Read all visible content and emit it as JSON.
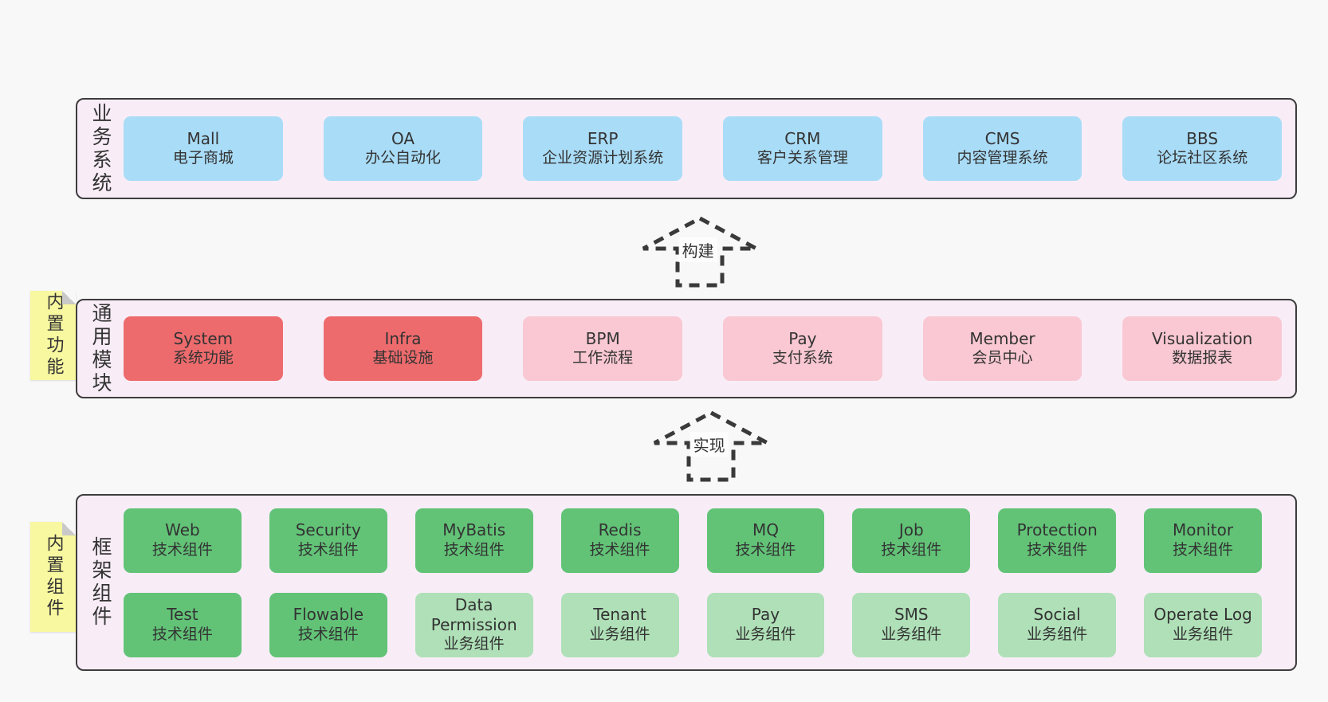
{
  "colors": {
    "canvas": "#f8f8f8",
    "band_bg": "#f8edf7",
    "band_border": "#3d3d3d",
    "text": "#333333",
    "blue": "#a9dcf7",
    "red": "#ee6b6d",
    "pink": "#f9c8d2",
    "green": "#62c377",
    "light_green": "#afe0b7",
    "sticky": "#f8f8a0",
    "sticky_fold": "#c9c9c9",
    "arrow_dash": "#3a3a3a"
  },
  "bands": [
    {
      "label": "业务系统",
      "sticky": null,
      "rows": [
        [
          {
            "title": "Mall",
            "subtitle": "电子商城",
            "variant": "blue"
          },
          {
            "title": "OA",
            "subtitle": "办公自动化",
            "variant": "blue"
          },
          {
            "title": "ERP",
            "subtitle": "企业资源计划系统",
            "variant": "blue"
          },
          {
            "title": "CRM",
            "subtitle": "客户关系管理",
            "variant": "blue"
          },
          {
            "title": "CMS",
            "subtitle": "内容管理系统",
            "variant": "blue"
          },
          {
            "title": "BBS",
            "subtitle": "论坛社区系统",
            "variant": "blue"
          }
        ]
      ]
    },
    {
      "label": "通用模块",
      "sticky": "内置功能",
      "rows": [
        [
          {
            "title": "System",
            "subtitle": "系统功能",
            "variant": "red"
          },
          {
            "title": "Infra",
            "subtitle": "基础设施",
            "variant": "red"
          },
          {
            "title": "BPM",
            "subtitle": "工作流程",
            "variant": "pink"
          },
          {
            "title": "Pay",
            "subtitle": "支付系统",
            "variant": "pink"
          },
          {
            "title": "Member",
            "subtitle": "会员中心",
            "variant": "pink"
          },
          {
            "title": "Visualization",
            "subtitle": "数据报表",
            "variant": "pink"
          }
        ]
      ]
    },
    {
      "label": "框架组件",
      "sticky": "内置组件",
      "rows": [
        [
          {
            "title": "Web",
            "subtitle": "技术组件",
            "variant": "green"
          },
          {
            "title": "Security",
            "subtitle": "技术组件",
            "variant": "green"
          },
          {
            "title": "MyBatis",
            "subtitle": "技术组件",
            "variant": "green"
          },
          {
            "title": "Redis",
            "subtitle": "技术组件",
            "variant": "green"
          },
          {
            "title": "MQ",
            "subtitle": "技术组件",
            "variant": "green"
          },
          {
            "title": "Job",
            "subtitle": "技术组件",
            "variant": "green"
          },
          {
            "title": "Protection",
            "subtitle": "技术组件",
            "variant": "green"
          },
          {
            "title": "Monitor",
            "subtitle": "技术组件",
            "variant": "green"
          }
        ],
        [
          {
            "title": "Test",
            "subtitle": "技术组件",
            "variant": "green"
          },
          {
            "title": "Flowable",
            "subtitle": "技术组件",
            "variant": "green"
          },
          {
            "title": "Data Permission",
            "subtitle": "业务组件",
            "variant": "lightgreen"
          },
          {
            "title": "Tenant",
            "subtitle": "业务组件",
            "variant": "lightgreen"
          },
          {
            "title": "Pay",
            "subtitle": "业务组件",
            "variant": "lightgreen"
          },
          {
            "title": "SMS",
            "subtitle": "业务组件",
            "variant": "lightgreen"
          },
          {
            "title": "Social",
            "subtitle": "业务组件",
            "variant": "lightgreen"
          },
          {
            "title": "Operate Log",
            "subtitle": "业务组件",
            "variant": "lightgreen"
          }
        ]
      ]
    }
  ],
  "arrows": [
    {
      "label": "构建"
    },
    {
      "label": "实现"
    }
  ]
}
